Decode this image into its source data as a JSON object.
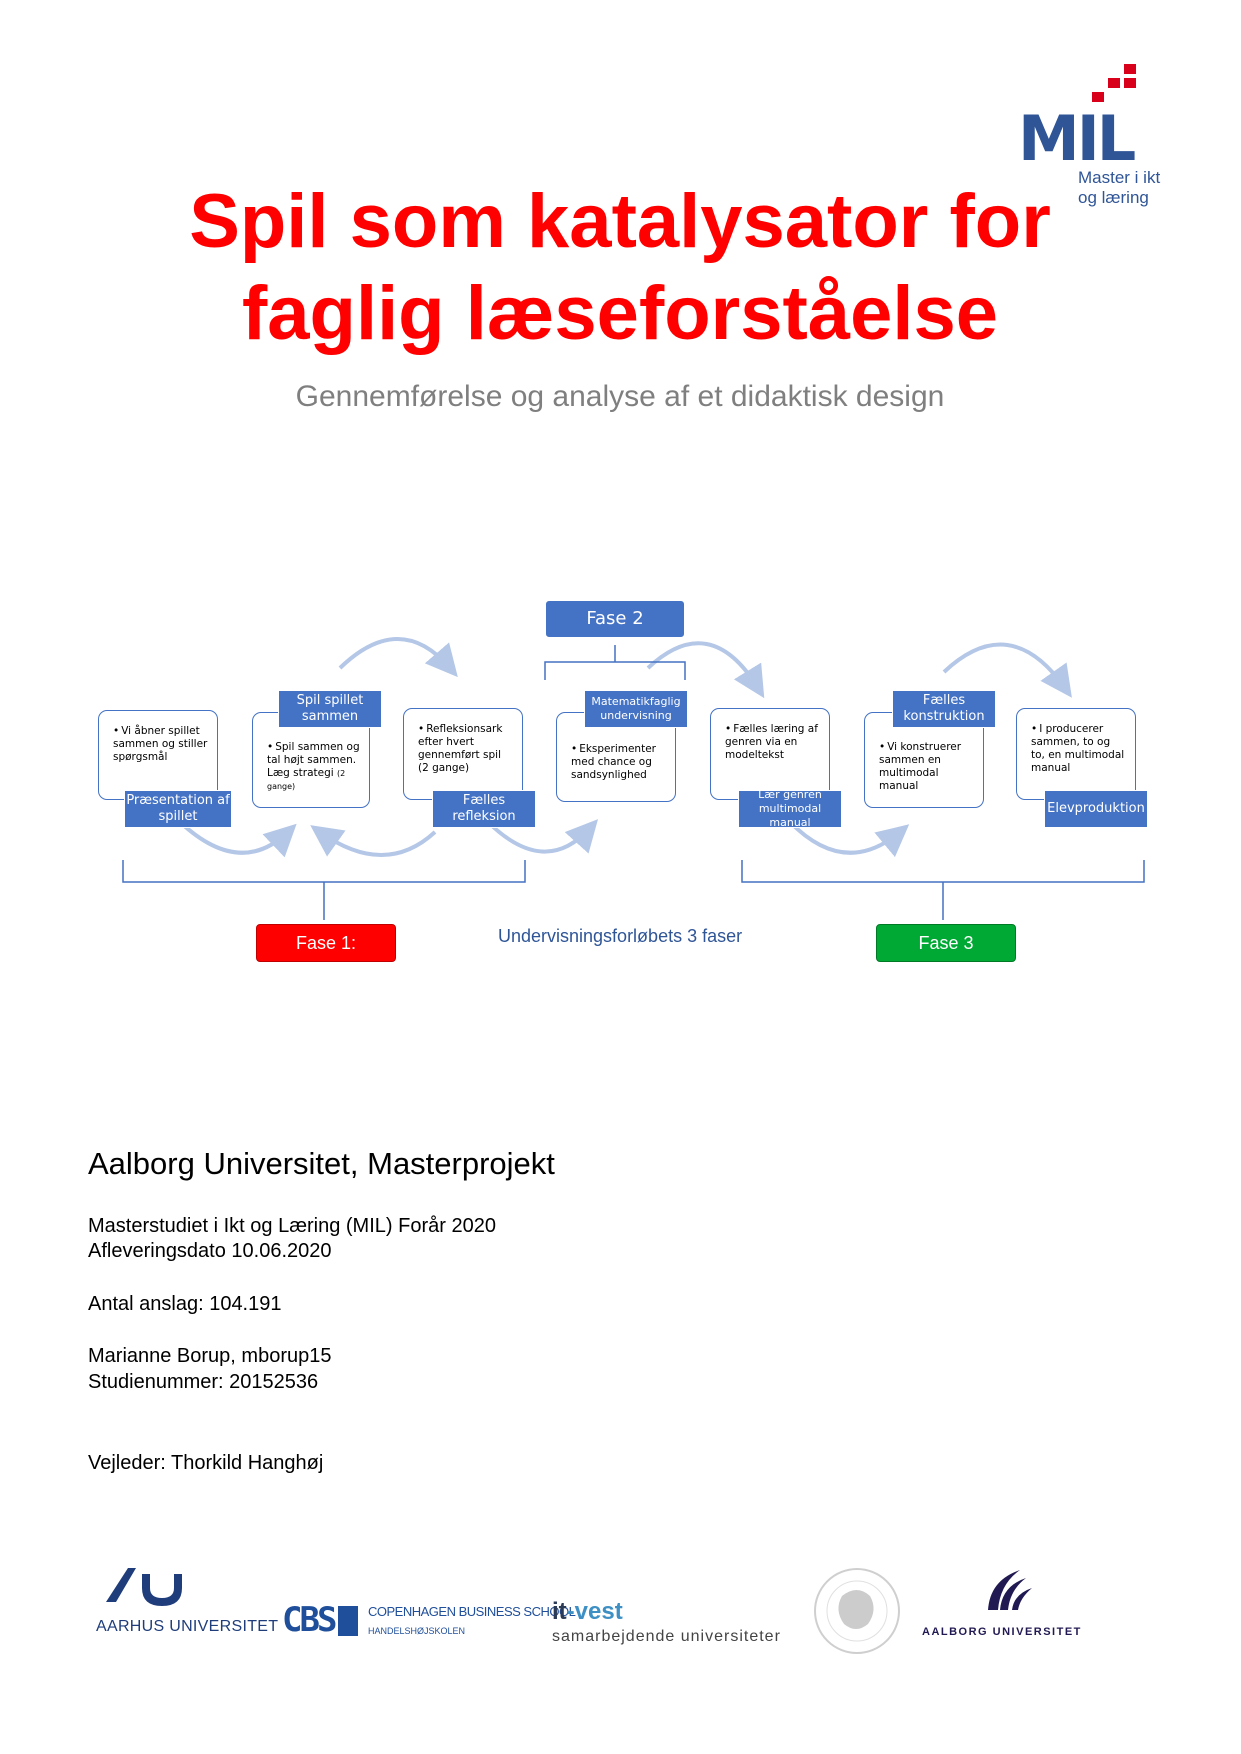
{
  "logo": {
    "word": "MIL",
    "subtitle_line1": "Master i ikt",
    "subtitle_line2": "og læring"
  },
  "title": {
    "line1": "Spil som katalysator for",
    "line2": "faglig læseforståelse"
  },
  "subtitle": "Gennemførelse og analyse af et didaktisk design",
  "diagram": {
    "fase2": "Fase 2",
    "fase1": "Fase 1:",
    "fase3": "Fase 3",
    "caption": "Undervisningsforløbets 3 faser",
    "steps": [
      {
        "bullet": "Vi åbner spillet sammen og stiller spørgsmål",
        "label": "Præsentation af spillet"
      },
      {
        "bullet": "Spil sammen og tal højt sammen. Læg strategi",
        "bullet_small": "(2 gange)",
        "label": "Spil spillet sammen"
      },
      {
        "bullet": "Refleksionsark efter hvert gennemført spil (2 gange)",
        "label": "Fælles refleksion"
      },
      {
        "bullet": "Eksperimenter med chance og sandsynlighed",
        "label": "Matematikfaglig undervisning"
      },
      {
        "bullet": "Fælles læring af genren via en modeltekst",
        "label": "Lær genren multimodal manual"
      },
      {
        "bullet": "Vi konstruerer sammen en multimodal manual",
        "label": "Fælles konstruktion"
      },
      {
        "bullet": "I producerer sammen, to og to, en multimodal manual",
        "label": "Elevproduktion"
      }
    ],
    "colors": {
      "fase1": "#ff0000",
      "fase2": "#4472c4",
      "fase3": "#00a933",
      "arrow": "#b4c7e7"
    }
  },
  "info": {
    "heading": "Aalborg Universitet, Masterprojekt",
    "line1": "Masterstudiet i Ikt og Læring (MIL) Forår 2020",
    "line2": "Afleveringsdato 10.06.2020",
    "anslag": "Antal anslag: 104.191",
    "author": "Marianne Borup, mborup15",
    "studienummer": "Studienummer: 20152536",
    "vejleder": "Vejleder:  Thorkild Hanghøj"
  },
  "partner_logos": {
    "aarhus": "AARHUS UNIVERSITET",
    "cbs_mark": "CBS",
    "cbs_name": "COPENHAGEN BUSINESS SCHOOL",
    "cbs_sub": "HANDELSHØJSKOLEN",
    "itvest_it": "it",
    "itvest_vest": "-vest",
    "itvest_sub": "samarbejdende universiteter",
    "aalborg": "AALBORG UNIVERSITET"
  }
}
